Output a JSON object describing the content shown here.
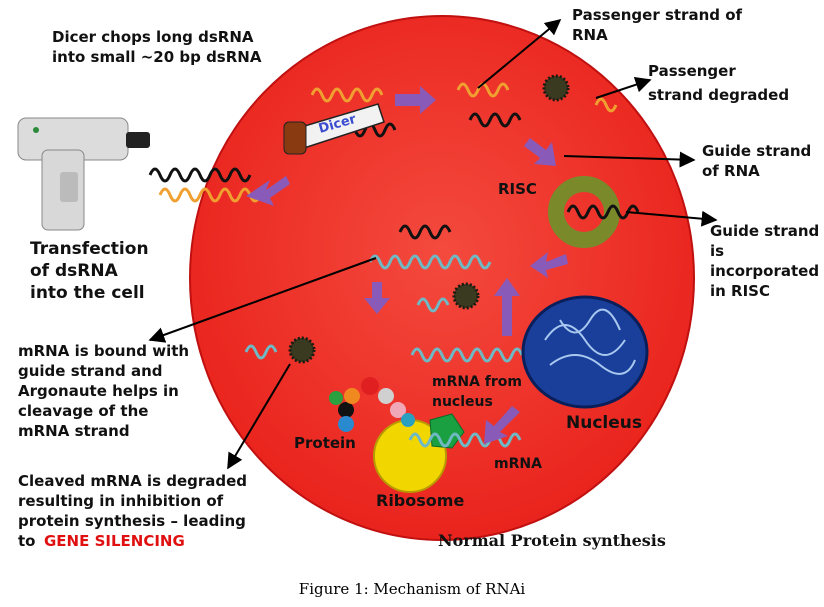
{
  "labels": {
    "dicer_chops": [
      "Dicer chops long dsRNA",
      "into small ~20 bp dsRNA"
    ],
    "dicer": "Dicer",
    "passenger_strand": [
      "Passenger strand of",
      "RNA"
    ],
    "passenger_degraded": [
      "Passenger",
      "strand degraded"
    ],
    "guide_strand": [
      "Guide strand",
      "of RNA"
    ],
    "risc": "RISC",
    "guide_incorporated": [
      "Guide strand",
      "is",
      "incorporated",
      "in RISC"
    ],
    "transfection": [
      "Transfection",
      "of dsRNA",
      "into the cell"
    ],
    "mrna_bound": [
      "mRNA is bound with",
      "guide strand and",
      "Argonaute helps in",
      "cleavage of the",
      "mRNA strand"
    ],
    "mrna_from_nucleus": [
      "mRNA from",
      "nucleus"
    ],
    "nucleus": "Nucleus",
    "protein": "Protein",
    "ribosome": "Ribosome",
    "mrna": "mRNA",
    "cleaved": [
      "Cleaved mRNA is degraded",
      "resulting in inhibition of",
      "protein synthesis – leading",
      "to"
    ],
    "gene_silencing": "GENE SILENCING",
    "normal_protein": "Normal Protein synthesis"
  },
  "caption": "Figure 1: Mechanism of RNAi",
  "colors": {
    "cell": "#f02a24",
    "strand_orange": "#f0a030",
    "strand_black": "#111111",
    "strand_teal": "#6fb8c4",
    "risc_ring": "#7a8a2a",
    "nucleus": "#1a3f9a",
    "ribosome": "#f2d600",
    "arrow_purple": "#8a5ab8"
  }
}
